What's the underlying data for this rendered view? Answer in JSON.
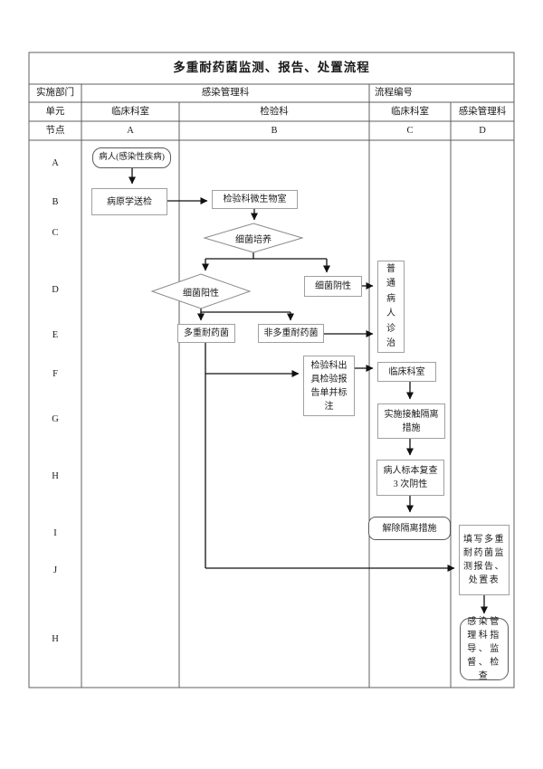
{
  "title": "多重耐药菌监测、报告、处置流程",
  "header": {
    "row1": {
      "label": "实施部门",
      "dept": "感染管理科",
      "flow_no": "流程编号"
    },
    "row2": {
      "label": "单元",
      "cols": [
        "临床科室",
        "检验科",
        "临床科室",
        "感染管理科"
      ]
    },
    "row3": {
      "label": "节点",
      "cols": [
        "A",
        "B",
        "C",
        "D"
      ]
    }
  },
  "row_labels": [
    "A",
    "B",
    "C",
    "D",
    "E",
    "F",
    "G",
    "H",
    "I",
    "J",
    "H"
  ],
  "nodes": {
    "patient": "病人(感染性疾病)",
    "pathogen_test": "病原学送检",
    "micro_lab": "检验科微生物室",
    "culture": "细菌培养",
    "positive": "细菌阳性",
    "negative": "细菌阴性",
    "mdro": "多重耐药菌",
    "non_mdro": "非多重耐药菌",
    "ordinary": "普\n通\n病\n人\n诊\n治",
    "report": "检验科出\n具检验报\n告单并标\n注",
    "clinical": "临床科室",
    "isolation": "实施接触隔离\n措施",
    "recheck": "病人标本复查\n3 次阴性",
    "remove_isolation": "解除隔离措施",
    "fill_form": "填写多重\n耐药菌监\n测报告、\n处置表",
    "supervision": "感染管\n理科指\n导、监\n督、检查"
  },
  "colors": {
    "grid": "#5f5f5f",
    "box_border": "#a0a0a0",
    "arrow": "#111111",
    "text": "#1a1a1a"
  }
}
